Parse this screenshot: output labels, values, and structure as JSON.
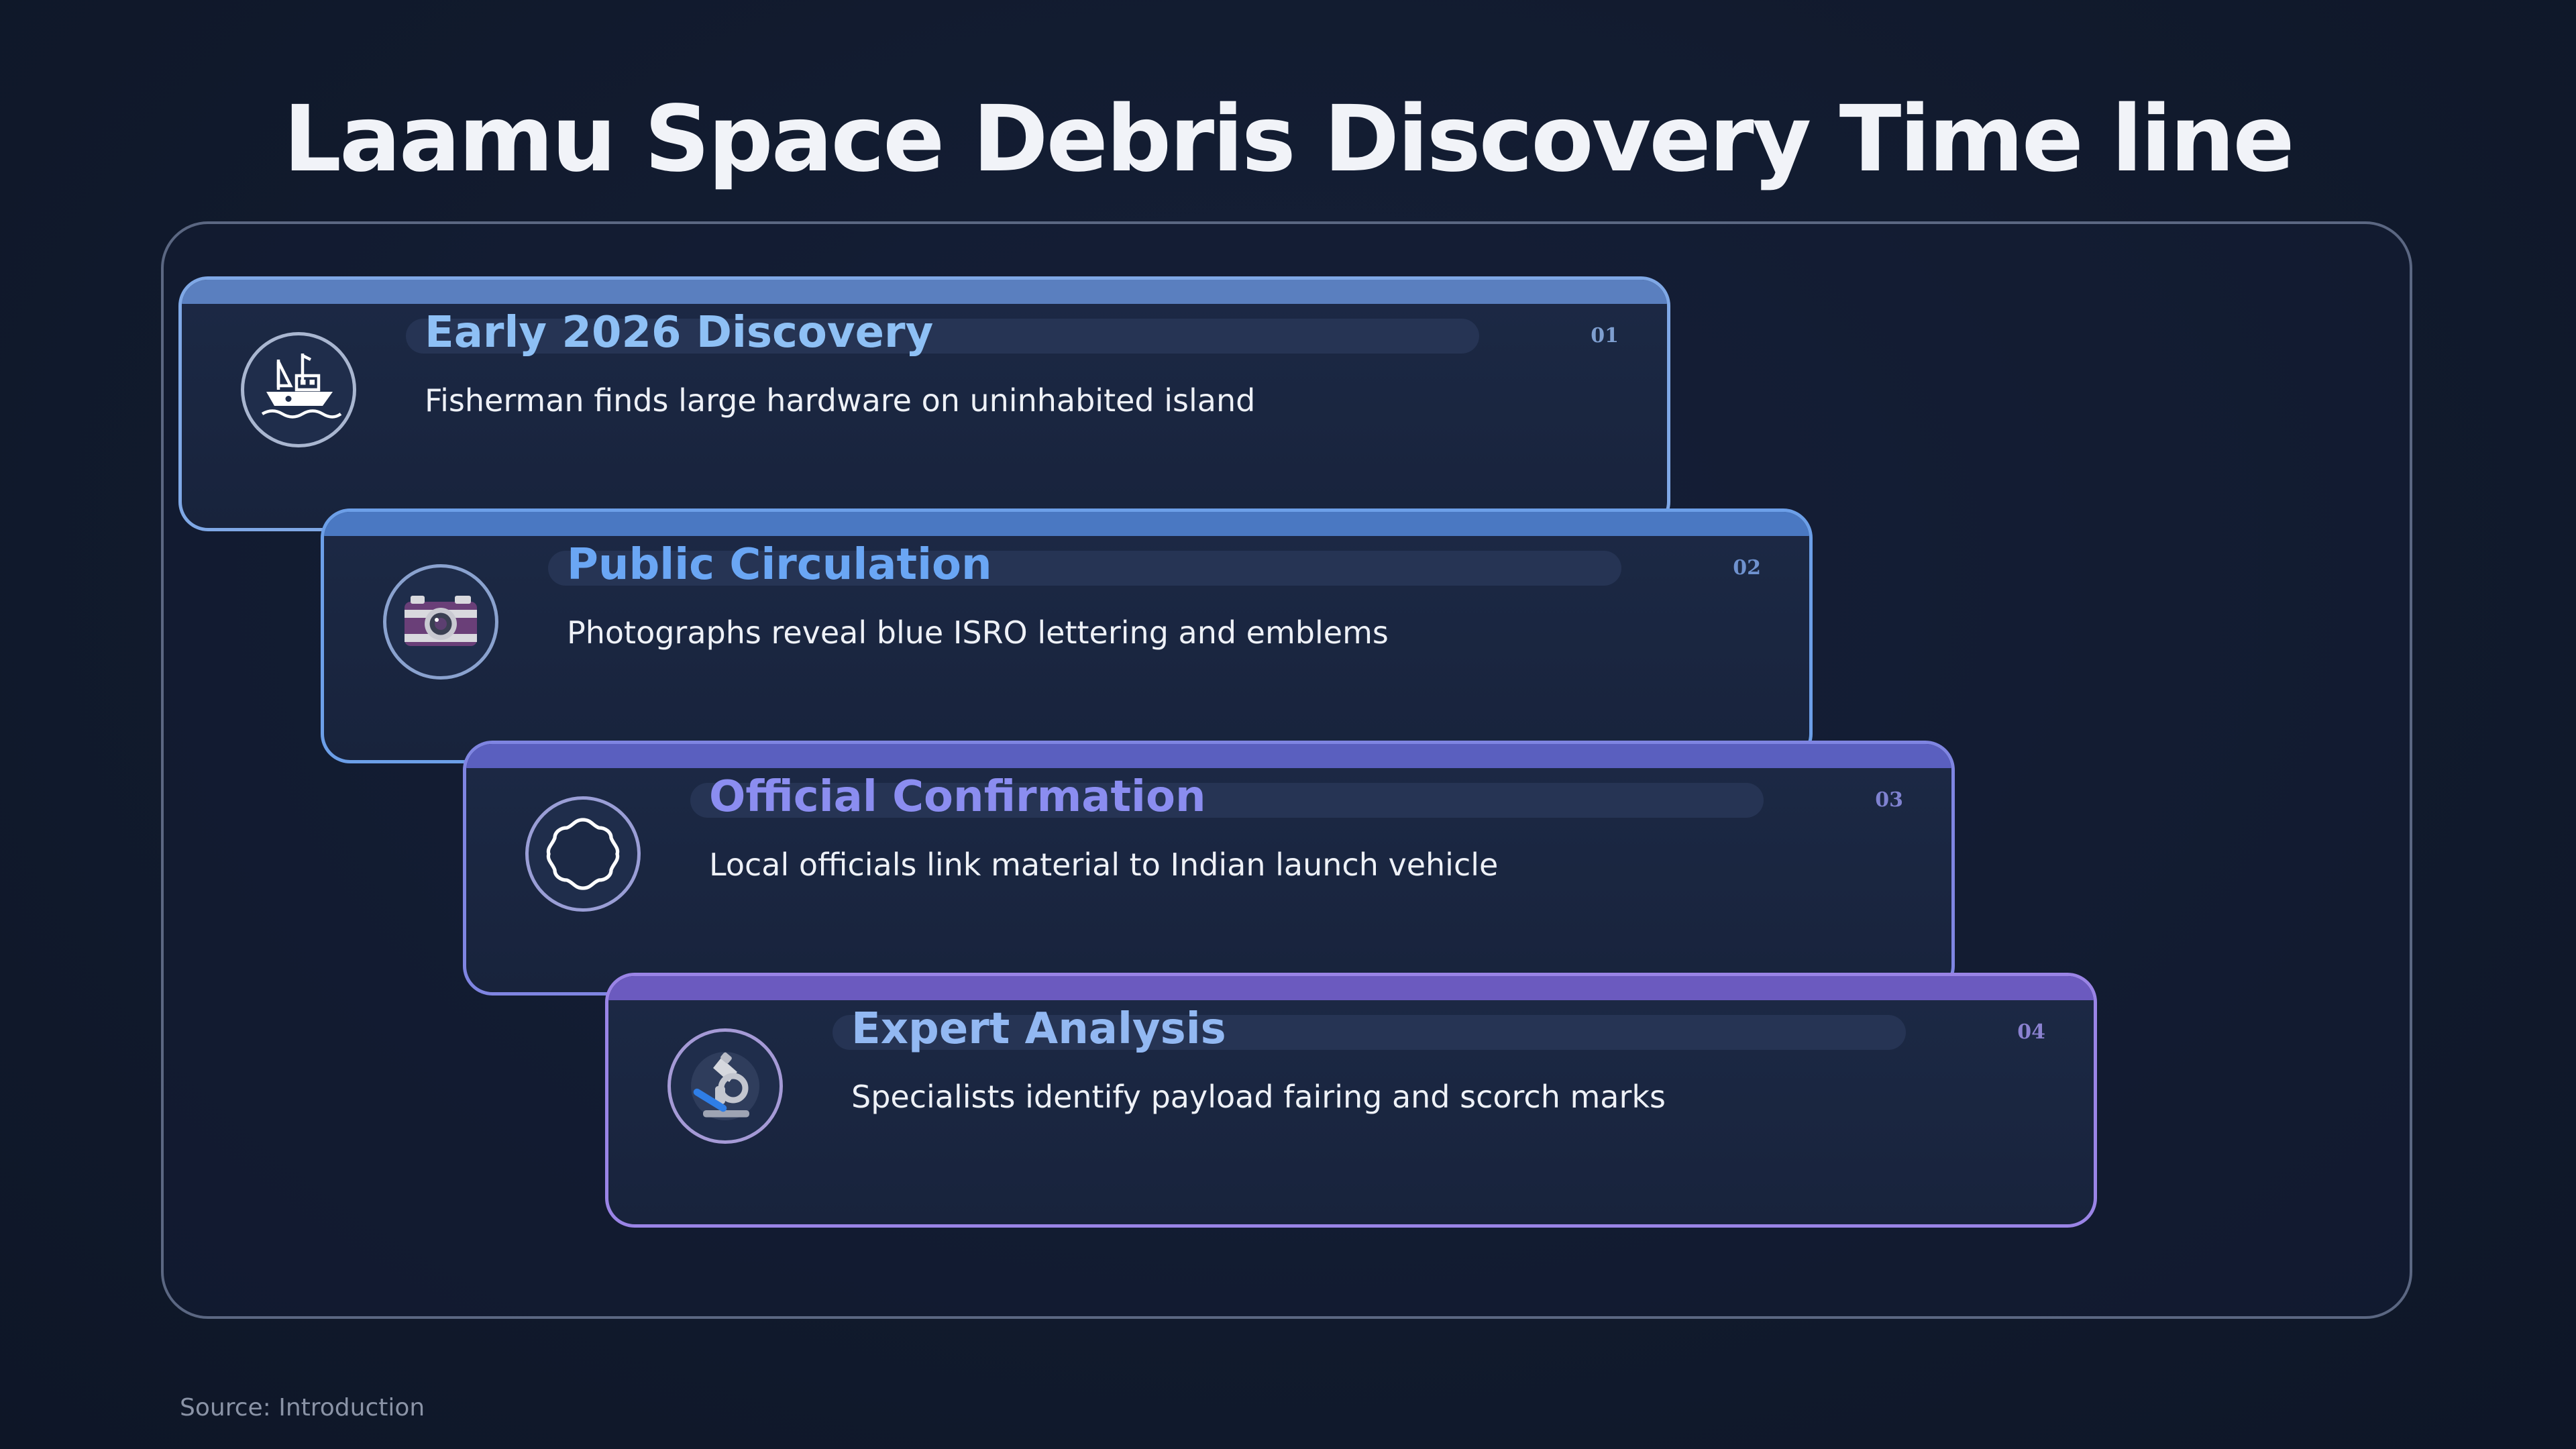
{
  "title": "Laamu Space Debris Discovery Time line",
  "source": "Source: Introduction",
  "colors": {
    "background": "#111a2d",
    "panel_border": "#5b6782",
    "card_blue_title": "#8ec0f5",
    "card_violet_title": "#8b8df0",
    "text": "#eef1f7"
  },
  "steps": [
    {
      "number": "01",
      "title": "Early 2026 Discovery",
      "description": "Fisherman finds large hardware on uninhabited island",
      "icon": "fishing-boat-icon",
      "title_color": "#8ec0f5",
      "border_color": "#7fa8e6",
      "bar_color": "#5a7fbf",
      "number_color": "#7f9fd0"
    },
    {
      "number": "02",
      "title": "Public Circulation",
      "description": "Photographs reveal blue ISRO lettering and emblems",
      "icon": "camera-icon",
      "title_color": "#6aa6f4",
      "border_color": "#6c9fe8",
      "bar_color": "#4a78c2",
      "number_color": "#6f92cf"
    },
    {
      "number": "03",
      "title": "Official Confirmation",
      "description": "Local officials link material to Indian launch vehicle",
      "icon": "seal-icon",
      "title_color": "#8b8df0",
      "border_color": "#7f85e2",
      "bar_color": "#5a5fbf",
      "number_color": "#7f82d0"
    },
    {
      "number": "04",
      "title": "Expert Analysis",
      "description": "Specialists identify payload fairing and scorch marks",
      "icon": "microscope-icon",
      "title_color": "#92b8f2",
      "border_color": "#9a84e6",
      "bar_color": "#6b5abf",
      "number_color": "#8b82d0"
    }
  ]
}
